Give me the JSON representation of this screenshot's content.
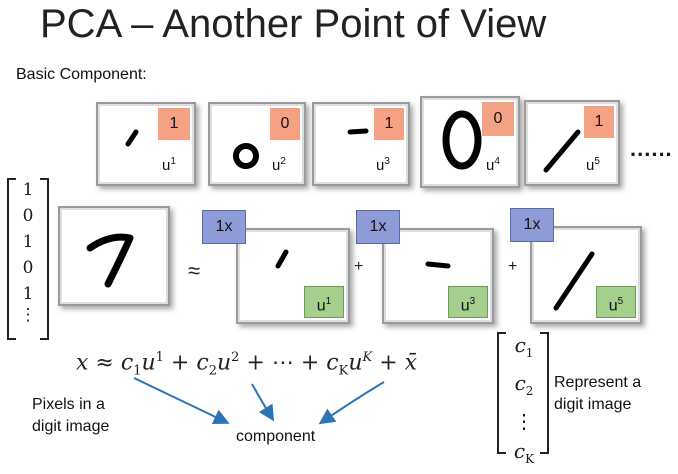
{
  "title": "PCA – Another Point of View",
  "subtitle": "Basic Component:",
  "components": [
    {
      "digit": "1",
      "label": "u",
      "index": "1"
    },
    {
      "digit": "0",
      "label": "u",
      "index": "2"
    },
    {
      "digit": "1",
      "label": "u",
      "index": "3"
    },
    {
      "digit": "0",
      "label": "u",
      "index": "4"
    },
    {
      "digit": "1",
      "label": "u",
      "index": "5"
    }
  ],
  "ellipsis": "......",
  "weight_vector": [
    "1",
    "0",
    "1",
    "0",
    "1",
    "⋮"
  ],
  "approx_symbol": "≈",
  "plus_symbol": "+",
  "terms": [
    {
      "coef": "1x",
      "label": "u",
      "index": "1"
    },
    {
      "coef": "1x",
      "label": "u",
      "index": "3"
    },
    {
      "coef": "1x",
      "label": "u",
      "index": "5"
    }
  ],
  "equation": {
    "x": "x",
    "approx": "≈",
    "c1": "c",
    "c1_sub": "1",
    "u1": "u",
    "u1_sup": "1",
    "plus1": "+",
    "c2": "c",
    "c2_sub": "2",
    "u2": "u",
    "u2_sup": "2",
    "plus2": "+",
    "dots": "⋯",
    "plus3": "+",
    "cK": "c",
    "cK_sub": "K",
    "uK": "u",
    "uK_sup": "K",
    "plus4": "+",
    "xbar": "x̄"
  },
  "coef_vector": {
    "c1": "c",
    "c1_sub": "1",
    "c2": "c",
    "c2_sub": "2",
    "vdots": "⋮",
    "cK": "c",
    "cK_sub": "K"
  },
  "label_pixels": [
    "Pixels in a",
    "digit image"
  ],
  "label_component": "component",
  "label_represent": [
    "Represent a",
    "digit image"
  ],
  "colors": {
    "digit_tag": "#f4a283",
    "coef_tag": "#8e9bd6",
    "component_tag": "#a5cf8c",
    "arrow": "#2e74b5"
  }
}
